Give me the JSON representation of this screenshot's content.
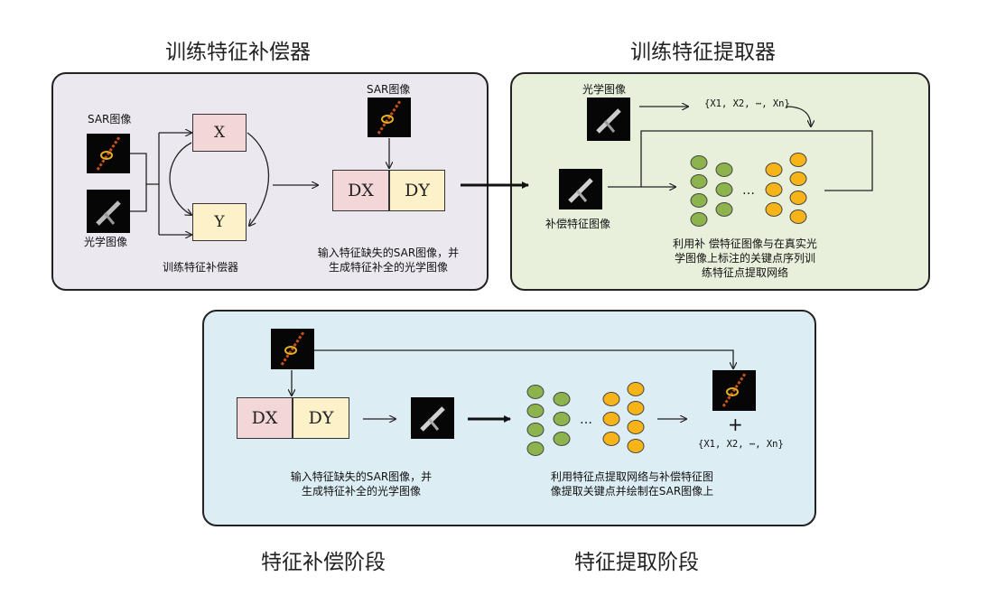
{
  "titles": {
    "train_compensator": "训练特征补偿器",
    "train_extractor": "训练特征提取器",
    "stage_compensation": "特征补偿阶段",
    "stage_extraction": "特征提取阶段"
  },
  "panel1": {
    "sar_label": "SAR图像",
    "optical_label": "光学图像",
    "box_x": "X",
    "box_y": "Y",
    "compensator_caption": "训练特征补偿器",
    "sar_label_top": "SAR图像",
    "box_dx": "DX",
    "box_dy": "DY",
    "caption_line1": "输入特征缺失的SAR图像，并",
    "caption_line2": "生成特征补全的光学图像"
  },
  "panel2": {
    "optical_label": "光学图像",
    "keypoints_seq": "{X1, X2, ⋯, Xn}",
    "compensated_label": "补偿特征图像",
    "ellipsis": "…",
    "caption_line1": "利用补 偿特征图像与在真实光",
    "caption_line2": "学图像上标注的关键点序列训",
    "caption_line3": "练特征点提取网络"
  },
  "panel3": {
    "box_dx": "DX",
    "box_dy": "DY",
    "ellipsis": "…",
    "plus": "+",
    "keypoints_seq": "{X1, X2, ⋯, Xn}",
    "caption_left_line1": "输入特征缺失的SAR图像，并",
    "caption_left_line2": "生成特征补全的光学图像",
    "caption_right_line1": "利用特征点提取网络与补偿特征图",
    "caption_right_line2": "像提取关键点并绘制在SAR图像上"
  },
  "colors": {
    "panel_purple": "#ece8f0",
    "panel_green": "#e8f0dc",
    "panel_blue": "#dcedf4",
    "box_pink": "#f3d6d8",
    "box_cream": "#fdf1c9",
    "node_green": "#8db34c",
    "node_orange": "#f6b418"
  }
}
